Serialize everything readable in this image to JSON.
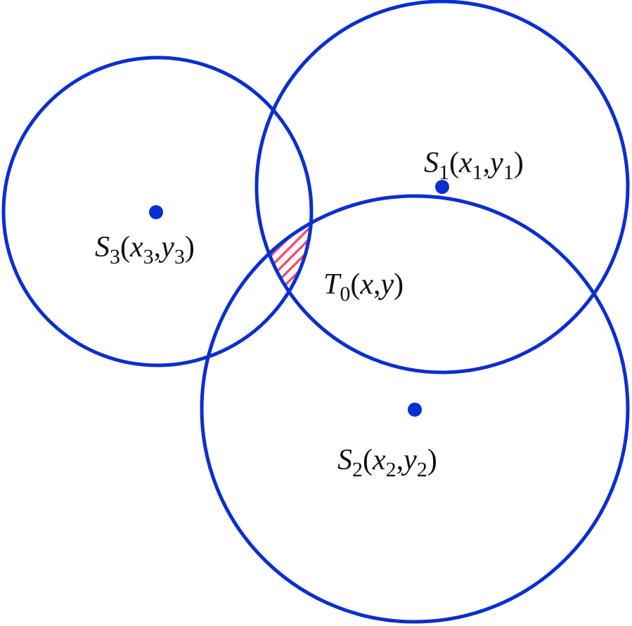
{
  "colors": {
    "circle": "#0a2fd0",
    "point": "#0a2fd0",
    "hatch": "#f0506e"
  },
  "labels": {
    "s1": {
      "name": "S",
      "index": "1",
      "x": "x",
      "xi": "1",
      "y": "y",
      "yi": "1"
    },
    "s2": {
      "name": "S",
      "index": "2",
      "x": "x",
      "xi": "2",
      "y": "y",
      "yi": "2"
    },
    "s3": {
      "name": "S",
      "index": "3",
      "x": "x",
      "xi": "3",
      "y": "y",
      "yi": "3"
    },
    "t0": {
      "name": "T",
      "index": "0",
      "x": "x",
      "y": "y"
    }
  },
  "punct": {
    "open": "(",
    "comma": ",",
    "close": ")"
  }
}
